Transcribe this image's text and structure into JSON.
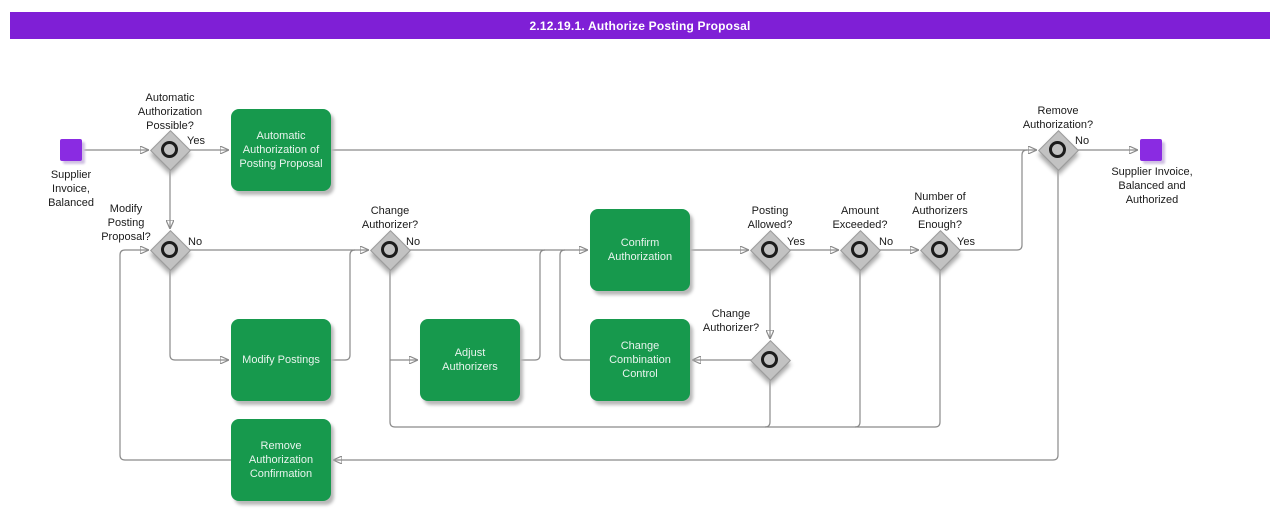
{
  "title": "2.12.19.1. Authorize Posting Proposal",
  "events": {
    "start": {
      "label": "Supplier\nInvoice,\nBalanced"
    },
    "end": {
      "label": "Supplier Invoice,\nBalanced and\nAuthorized"
    }
  },
  "tasks": {
    "auto_auth": {
      "label": "Automatic\nAuthorization of\nPosting Proposal"
    },
    "modify_postings": {
      "label": "Modify Postings"
    },
    "adjust_authorizers": {
      "label": "Adjust\nAuthorizers"
    },
    "confirm_auth": {
      "label": "Confirm\nAuthorization"
    },
    "change_combination": {
      "label": "Change\nCombination\nControl"
    },
    "remove_auth_confirmation": {
      "label": "Remove\nAuthorization\nConfirmation"
    }
  },
  "decisions": {
    "auto_possible": {
      "label": "Automatic\nAuthorization\nPossible?",
      "branch": "Yes"
    },
    "modify_proposal": {
      "label": "Modify\nPosting\nProposal?",
      "branch": "No"
    },
    "change_authorizer": {
      "label": "Change\nAuthorizer?",
      "branch": "No"
    },
    "posting_allowed": {
      "label": "Posting\nAllowed?",
      "branch": "Yes"
    },
    "amount_exceeded": {
      "label": "Amount\nExceeded?",
      "branch": "No"
    },
    "authorizers_enough": {
      "label": "Number of\nAuthorizers\nEnough?",
      "branch": "Yes"
    },
    "change_authorizer_2": {
      "label": "Change\nAuthorizer?"
    },
    "remove_authorization": {
      "label": "Remove\nAuthorization?",
      "branch": "No"
    }
  },
  "colors": {
    "title_bar": "#7f1fd6",
    "title_text": "#ffffff",
    "event_node": "#8a2be2",
    "task_node": "#17994d",
    "task_text": "#e9f4ee",
    "decision_fill": "#c2c2c2",
    "connector": "#8a8a8a",
    "label_text": "#1a1a1a",
    "background": "#ffffff"
  }
}
